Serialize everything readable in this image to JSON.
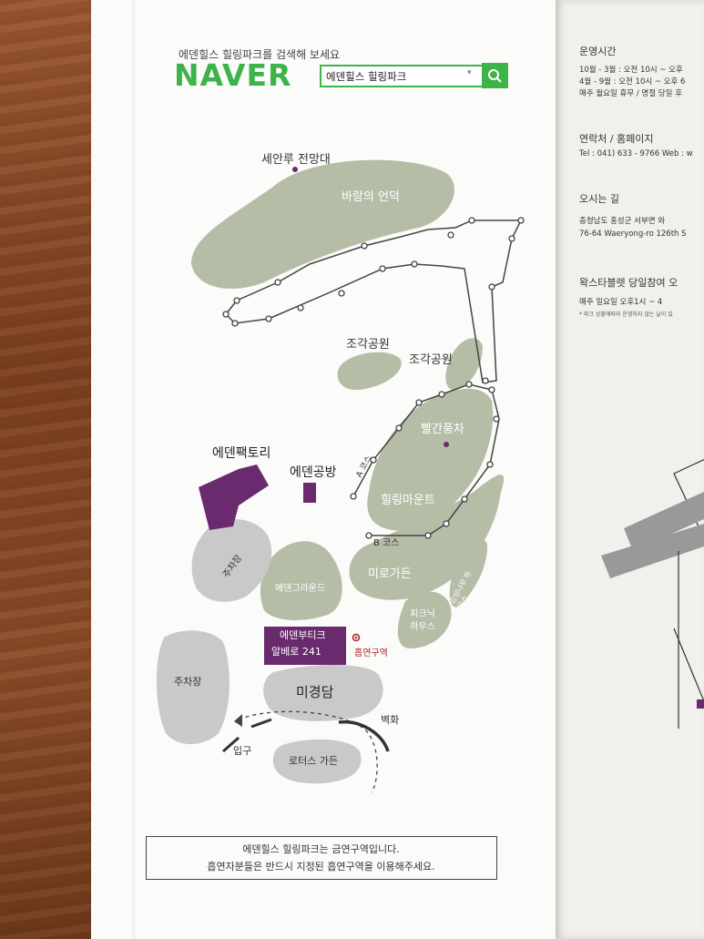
{
  "header": {
    "tagline": "에덴힐스 힐링파크를 검색해 보세요",
    "brand": "NAVER",
    "search_value": "에덴힐스 힐링파크",
    "brand_color": "#3db449"
  },
  "map": {
    "labels": {
      "seanru": "세안루 전망대",
      "wind_hill": "바람의 언덕",
      "sculpture_park_1": "조각공원",
      "sculpture_park_2": "조각공원",
      "red_wagon": "빨간풍차",
      "eden_factory": "에덴팩토리",
      "eden_workshop": "에덴공방",
      "a_course": "A 코스",
      "healing_mount": "힐링마운트",
      "b_course": "B 코스",
      "parking_1": "주차장",
      "eden_ground": "에덴그라운드",
      "miro_garden": "미로가든",
      "sensory_house": "감성나무 하우스",
      "picnic_house": "피크닉하우스",
      "eden_boutique": "에덴부티크",
      "albero": "알베로 241",
      "smoking_area": "흡연구역",
      "parking_2": "주차장",
      "migyeongdam": "미경담",
      "mural": "벽화",
      "entrance": "입구",
      "lotus_garden": "로터스 가든"
    },
    "colors": {
      "area": "#b6bda7",
      "gray": "#c9c9c9",
      "purple": "#6a2a6e",
      "smoking": "#b02020"
    }
  },
  "notice": {
    "line1": "에덴힐스 힐링파크는 금연구역입니다.",
    "line2": "흡연자분들은 반드시 지정된 흡연구역을 이용해주세요."
  },
  "info_panel": {
    "hours_title": "운영시간",
    "hours_line1": "10월 - 3월 : 오전 10시 ~ 오후",
    "hours_line2": "4월 - 9월 : 오전 10시 ~ 오후 6",
    "hours_line3": "매주 월요일 휴무 / 명절 당일 후",
    "contact_title": "연락처 / 홈페이지",
    "contact_line": "Tel : 041) 633 - 9766   Web : w",
    "directions_title": "오시는 길",
    "address_kr": "충청남도 홍성군 서부면 와",
    "address_en": "76-64 Waeryong-ro 126th S",
    "workshop_title": "왁스타블렛 당일참여 오",
    "workshop_line": "매주 일요일 오후1시 ~ 4",
    "workshop_note": "* 파크 상황에따라 운영하지 않는 날이 있"
  }
}
